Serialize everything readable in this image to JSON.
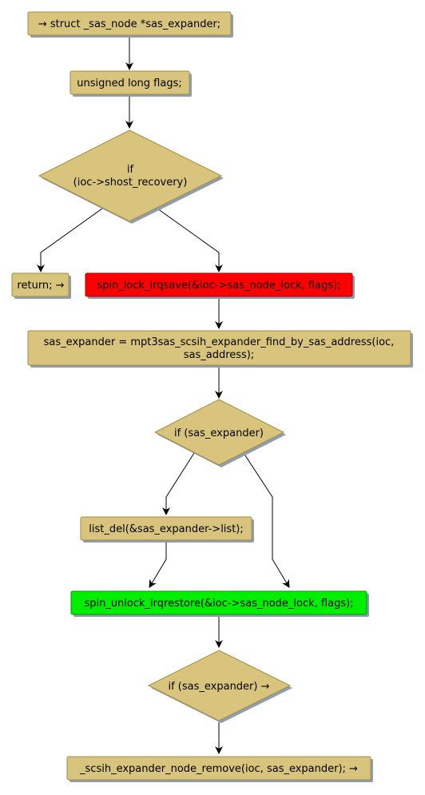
{
  "colors": {
    "node_fill": "#d8c47d",
    "node_stroke": "#a38d45",
    "shadow": "#8f9eae",
    "lock_fill": "#ff0000",
    "unlock_fill": "#00ee00",
    "edge": "#000000"
  },
  "nodes": {
    "declare_expander": "→ struct _sas_node *sas_expander;",
    "declare_flags": "unsigned long flags;",
    "if_recovery_line1": "if",
    "if_recovery_line2": "(ioc->shost_recovery)",
    "return_node": "return; →",
    "lock_call": "spin_lock_irqsave(&ioc->sas_node_lock, flags);",
    "find_line1": "sas_expander = mpt3sas_scsih_expander_find_by_sas_address(ioc,",
    "find_line2": "sas_address);",
    "if_expander": "if (sas_expander)",
    "list_del_call": "list_del(&sas_expander->list);",
    "unlock_call": "spin_unlock_irqrestore(&ioc->sas_node_lock, flags);",
    "if_expander_cont": "if (sas_expander) →",
    "node_remove_call": "_scsih_expander_node_remove(ioc, sas_expander); →"
  }
}
